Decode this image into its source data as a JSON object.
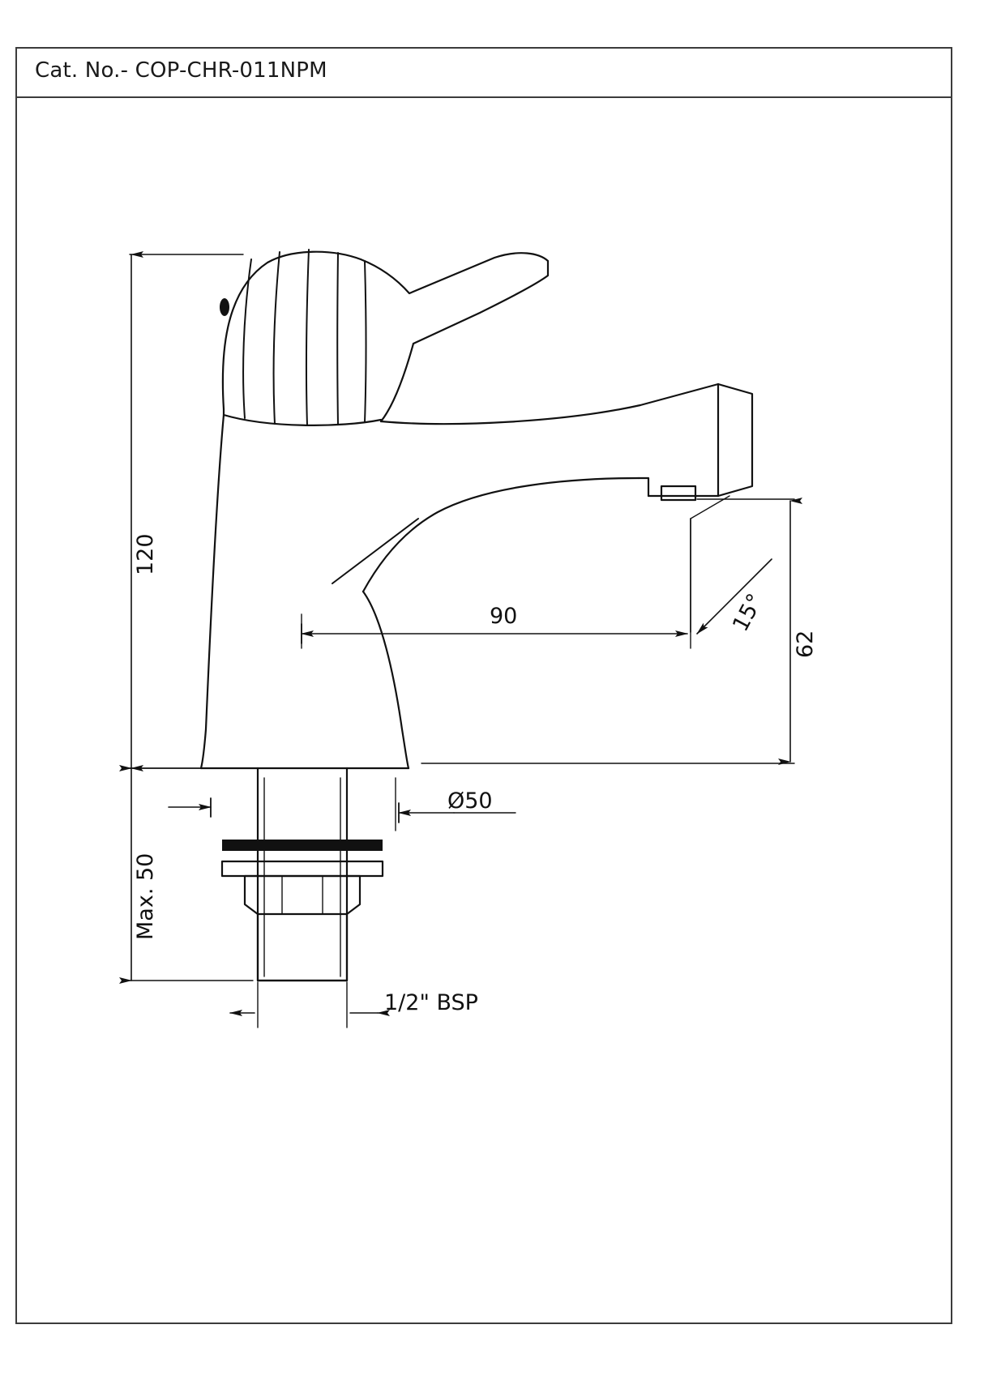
{
  "document": {
    "type": "technical-drawing",
    "title_prefix": "Cat. No.-",
    "catalogue_number": "COP-CHR-011NPM",
    "title_full": "Cat. No.- COP-CHR-011NPM",
    "product": "Single lever basin pillar tap",
    "line_color": "#111111",
    "border_color": "#3c3c3c",
    "background_color": "#ffffff"
  },
  "dimensions": {
    "height_overall": {
      "label": "120",
      "orientation": "vertical",
      "unit": "mm",
      "description": "Overall body height above mounting surface"
    },
    "mounting_thickness": {
      "label": "Max. 50",
      "orientation": "vertical",
      "unit": "mm",
      "description": "Maximum deck thickness for mounting"
    },
    "spout_reach": {
      "label": "90",
      "orientation": "horizontal",
      "unit": "mm",
      "description": "Spout projection"
    },
    "spout_height": {
      "label": "62",
      "orientation": "vertical",
      "unit": "mm",
      "description": "Height of spout outlet"
    },
    "outlet_angle": {
      "label": "15°",
      "orientation": "angular",
      "unit": "degrees",
      "description": "Outlet inclination angle"
    },
    "base_diameter": {
      "label": "Ø50",
      "orientation": "horizontal",
      "unit": "mm",
      "description": "Base escutcheon diameter"
    },
    "thread_size": {
      "label": "1/2\" BSP",
      "orientation": "horizontal",
      "unit": "inch",
      "description": "Inlet shank thread size"
    }
  }
}
